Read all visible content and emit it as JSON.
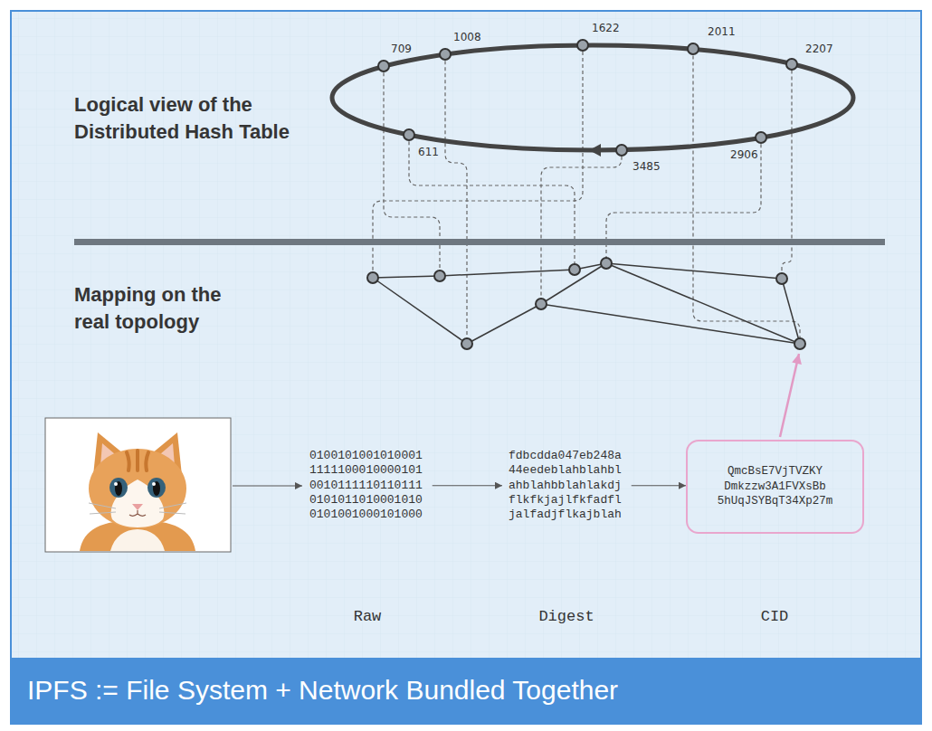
{
  "diagram": {
    "title": "IPFS := File System + Network Bundled Together",
    "nodes": [
      {
        "text": [
          "709"
        ]
      },
      {
        "text": [
          "1008"
        ]
      },
      {
        "text": [
          "1622"
        ]
      },
      {
        "text": [
          "2011"
        ]
      },
      {
        "text": [
          "2207"
        ]
      },
      {
        "text": [
          "611"
        ]
      },
      {
        "text": [
          "3485"
        ]
      },
      {
        "text": [
          "2906"
        ]
      },
      {
        "text": [
          "0100101001010001 1111100010000101 0010111110110111 0101011010001010 0101001000101000"
        ]
      },
      {
        "text": [
          "fdbcdda047eb248a 44eedeblahblahbl ahblahbblahlakdj flkfkjajlfkfadfl jalfadjflkajblah"
        ]
      },
      {
        "text": [
          "QmcBsE7VjTVZKY Dmkzzw3A1FVXsBb 5hUqJSYBqT34Xp27m"
        ]
      }
    ],
    "edges": [
      {
        "from": 8,
        "to": 9,
        "arrow": "to"
      },
      {
        "from": 9,
        "to": 10,
        "arrow": "to"
      }
    ],
    "labels": [
      "Logical view of the Distributed Hash Table",
      "Mapping on the real topology",
      "Raw",
      "Digest",
      "CID"
    ]
  }
}
